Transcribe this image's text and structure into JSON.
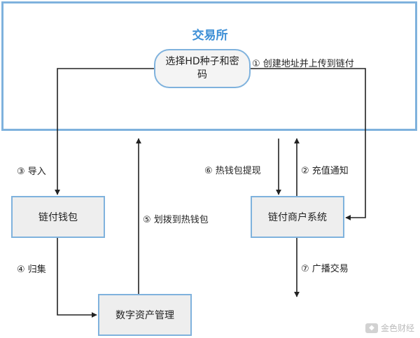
{
  "exchange": {
    "title": "交易所"
  },
  "nodes": {
    "seed": "选择HD种子和密码",
    "wallet": "链付钱包",
    "merchant": "链付商户系统",
    "asset": "数字资产管理"
  },
  "edges": {
    "create_upload": "① 创建地址并上传到链付",
    "deposit_notify": "② 充值通知",
    "import": "③ 导入",
    "collect": "④ 归集",
    "transfer_hot": "⑤ 划拨到热钱包",
    "hot_withdraw": "⑥ 热钱包提现",
    "broadcast": "⑦ 广播交易"
  },
  "watermark": {
    "text": "金色财经"
  },
  "colors": {
    "frame": "#7fb2dd",
    "title": "#3d8fd6",
    "box_fill": "#eeeeee",
    "arrow": "#222222"
  }
}
